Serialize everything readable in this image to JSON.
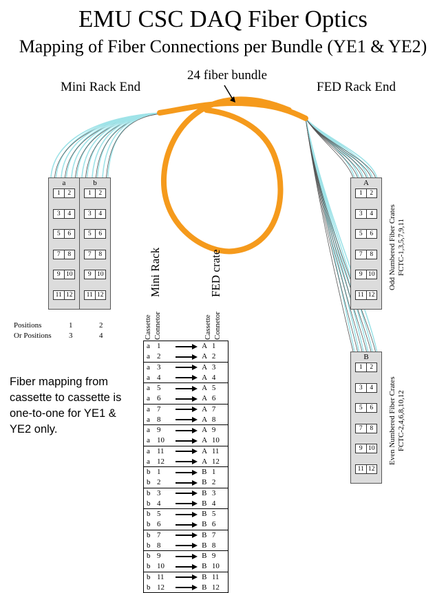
{
  "title": "EMU CSC DAQ Fiber Optics",
  "subtitle": "Mapping of Fiber Connections per Bundle (YE1 & YE2)",
  "bundle_label": "24 fiber bundle",
  "mini_rack_end": "Mini Rack End",
  "fed_rack_end": "FED Rack End",
  "left_cassettes": [
    {
      "letter": "a",
      "pairs": [
        [
          "1",
          "2"
        ],
        [
          "3",
          "4"
        ],
        [
          "5",
          "6"
        ],
        [
          "7",
          "8"
        ],
        [
          "9",
          "10"
        ],
        [
          "11",
          "12"
        ]
      ]
    },
    {
      "letter": "b",
      "pairs": [
        [
          "1",
          "2"
        ],
        [
          "3",
          "4"
        ],
        [
          "5",
          "6"
        ],
        [
          "7",
          "8"
        ],
        [
          "9",
          "10"
        ],
        [
          "11",
          "12"
        ]
      ]
    }
  ],
  "right_cassettes": [
    {
      "letter": "A",
      "pairs": [
        [
          "1",
          "2"
        ],
        [
          "3",
          "4"
        ],
        [
          "5",
          "6"
        ],
        [
          "7",
          "8"
        ],
        [
          "9",
          "10"
        ],
        [
          "11",
          "12"
        ]
      ]
    },
    {
      "letter": "B",
      "pairs": [
        [
          "1",
          "2"
        ],
        [
          "3",
          "4"
        ],
        [
          "5",
          "6"
        ],
        [
          "7",
          "8"
        ],
        [
          "9",
          "10"
        ],
        [
          "11",
          "12"
        ]
      ]
    }
  ],
  "positions": [
    {
      "label": "Positions",
      "v1": "1",
      "v2": "2"
    },
    {
      "label": "Or Positions",
      "v1": "3",
      "v2": "4"
    }
  ],
  "note": "Fiber mapping from cassette to cassette is one-to-one for YE1 & YE2 only.",
  "mini_rack_label": "Mini Rack",
  "fed_crate_label": "FED crate",
  "column_headers": {
    "cassette": "Cassette",
    "connector": "Connetor"
  },
  "odd_crates": {
    "line1": "Odd Numbered Fiber Crates",
    "line2": "FCTC-1,3,5,7,9,11"
  },
  "even_crates": {
    "line1": "Even Numbered Fiber Crates",
    "line2": "FCTC-2,4,6,8,10,12"
  },
  "mapping": [
    {
      "from_cas": "a",
      "from_con": "1",
      "to_cas": "A",
      "to_con": "1"
    },
    {
      "from_cas": "a",
      "from_con": "2",
      "to_cas": "A",
      "to_con": "2"
    },
    {
      "from_cas": "a",
      "from_con": "3",
      "to_cas": "A",
      "to_con": "3"
    },
    {
      "from_cas": "a",
      "from_con": "4",
      "to_cas": "A",
      "to_con": "4"
    },
    {
      "from_cas": "a",
      "from_con": "5",
      "to_cas": "A",
      "to_con": "5"
    },
    {
      "from_cas": "a",
      "from_con": "6",
      "to_cas": "A",
      "to_con": "6"
    },
    {
      "from_cas": "a",
      "from_con": "7",
      "to_cas": "A",
      "to_con": "7"
    },
    {
      "from_cas": "a",
      "from_con": "8",
      "to_cas": "A",
      "to_con": "8"
    },
    {
      "from_cas": "a",
      "from_con": "9",
      "to_cas": "A",
      "to_con": "9"
    },
    {
      "from_cas": "a",
      "from_con": "10",
      "to_cas": "A",
      "to_con": "10"
    },
    {
      "from_cas": "a",
      "from_con": "11",
      "to_cas": "A",
      "to_con": "11"
    },
    {
      "from_cas": "a",
      "from_con": "12",
      "to_cas": "A",
      "to_con": "12"
    },
    {
      "from_cas": "b",
      "from_con": "1",
      "to_cas": "B",
      "to_con": "1"
    },
    {
      "from_cas": "b",
      "from_con": "2",
      "to_cas": "B",
      "to_con": "2"
    },
    {
      "from_cas": "b",
      "from_con": "3",
      "to_cas": "B",
      "to_con": "3"
    },
    {
      "from_cas": "b",
      "from_con": "4",
      "to_cas": "B",
      "to_con": "4"
    },
    {
      "from_cas": "b",
      "from_con": "5",
      "to_cas": "B",
      "to_con": "5"
    },
    {
      "from_cas": "b",
      "from_con": "6",
      "to_cas": "B",
      "to_con": "6"
    },
    {
      "from_cas": "b",
      "from_con": "7",
      "to_cas": "B",
      "to_con": "7"
    },
    {
      "from_cas": "b",
      "from_con": "8",
      "to_cas": "B",
      "to_con": "8"
    },
    {
      "from_cas": "b",
      "from_con": "9",
      "to_cas": "B",
      "to_con": "9"
    },
    {
      "from_cas": "b",
      "from_con": "10",
      "to_cas": "B",
      "to_con": "10"
    },
    {
      "from_cas": "b",
      "from_con": "11",
      "to_cas": "B",
      "to_con": "11"
    },
    {
      "from_cas": "b",
      "from_con": "12",
      "to_cas": "B",
      "to_con": "12"
    }
  ],
  "colors": {
    "bundle": "#f59a1c",
    "fiber_light": "#9fe3e8",
    "fiber_dark": "#555555",
    "cassette_fill": "#dcdcdc"
  }
}
